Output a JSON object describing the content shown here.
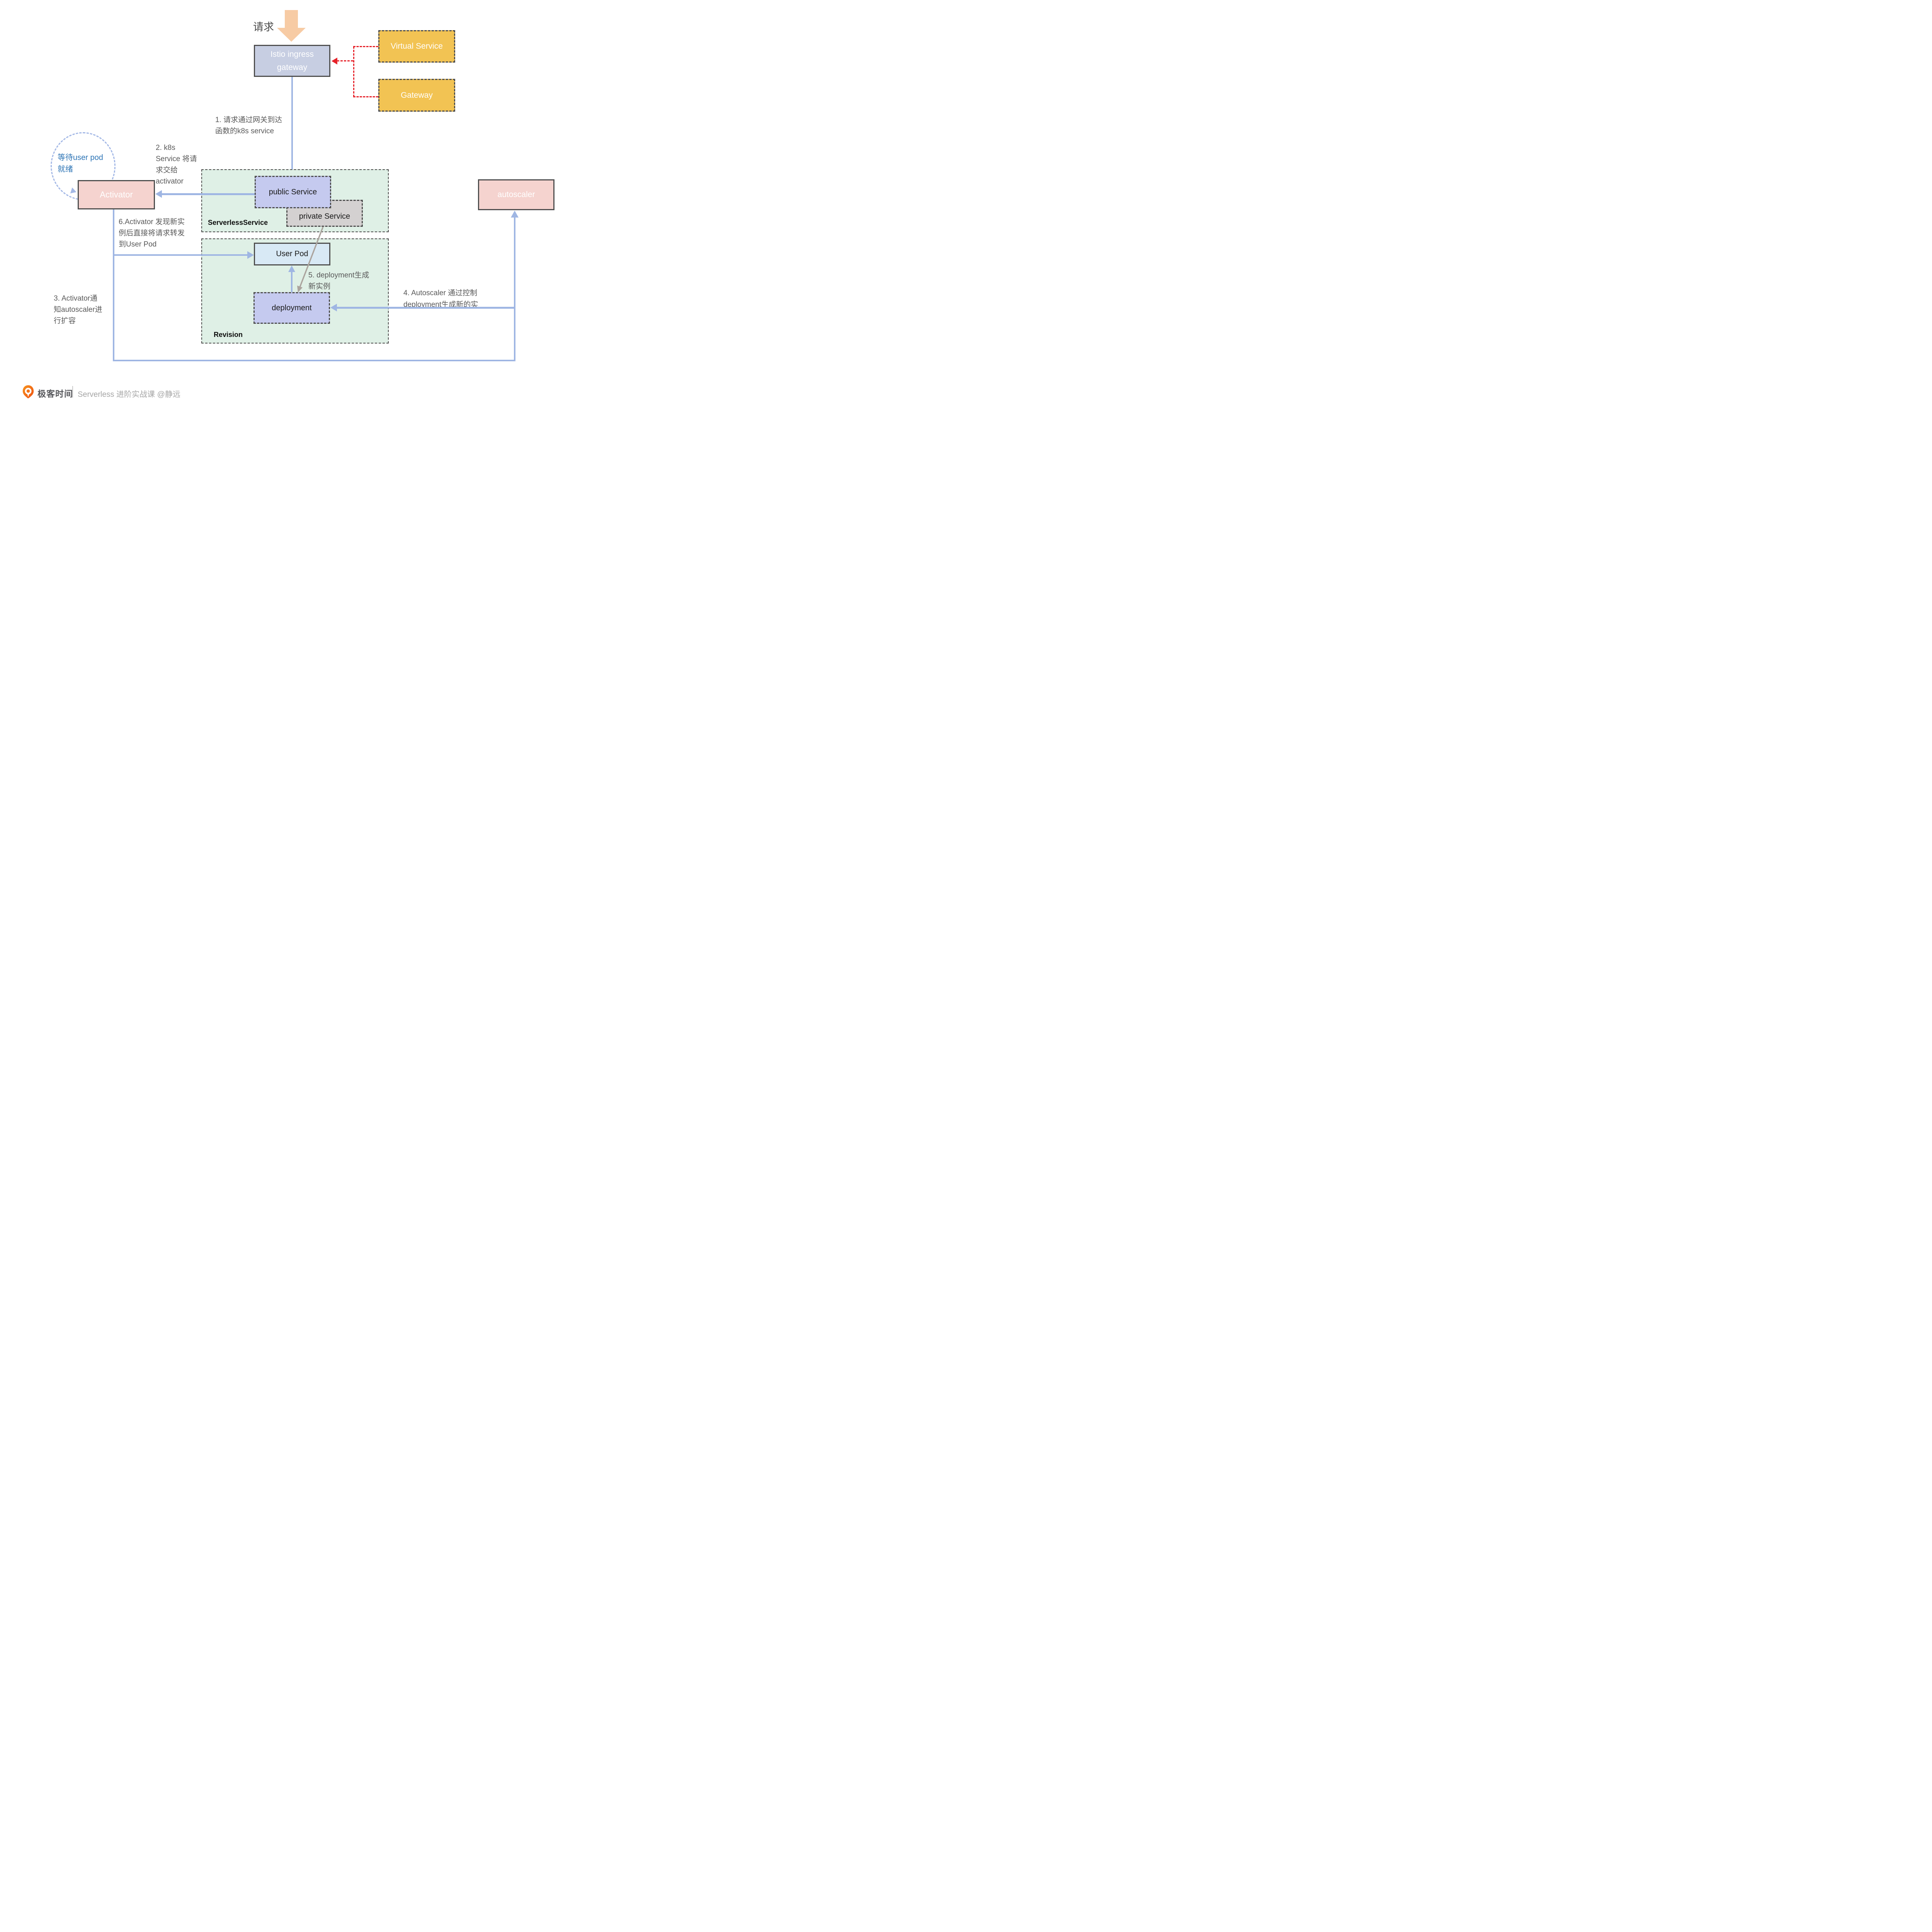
{
  "request_label": "请求",
  "nodes": {
    "istio_gateway": {
      "label": "Istio ingress\ngateway"
    },
    "virtual_service": {
      "label": "Virtual Service"
    },
    "gateway": {
      "label": "Gateway"
    },
    "activator": {
      "label": "Activator"
    },
    "autoscaler": {
      "label": "autoscaler"
    },
    "public_service": {
      "label": "public Service"
    },
    "private_service": {
      "label": "private Service"
    },
    "user_pod": {
      "label": "User Pod"
    },
    "deployment": {
      "label": "deployment"
    }
  },
  "regions": {
    "serverless_service": {
      "label": "ServerlessService"
    },
    "revision": {
      "label": "Revision"
    }
  },
  "annotations": {
    "step1": "1. 请求通过网关到达\n函数的k8s service",
    "step2": "2. k8s\nService 将请\n求交给\nactivator",
    "step3": "3. Activator通\n知autoscaler进\n行扩容",
    "step4": "4. Autoscaler 通过控制\ndeployment生成新的实",
    "step5": "5. deployment生成\n新实例",
    "step6": "6.Activator 发现新实\n例后直接将请求转发\n到User Pod",
    "loop_note": "等待user pod\n就绪"
  },
  "footer": {
    "brand": "极客时间",
    "course": "Serverless 进阶实战课 @静远"
  },
  "colors": {
    "blue_connector": "#9fb6e3",
    "red_dashed_connector": "#e62129",
    "orange_request_arrow": "#f7cba4",
    "istio_fill": "#c7cee2",
    "yellow_fill": "#f2c353",
    "pink_fill": "#f5d3cf",
    "lavender_fill": "#c5caef",
    "gray_fill": "#d4d1d1",
    "lightblue_fill": "#d8e9f5",
    "region_green_fill": "#dff0e6",
    "dark_border": "#4f4f4f",
    "annotation_text": "#595959",
    "loop_text_blue": "#2e75b6",
    "gray_connector": "#aba49e",
    "logo_orange": "#f3731b"
  }
}
